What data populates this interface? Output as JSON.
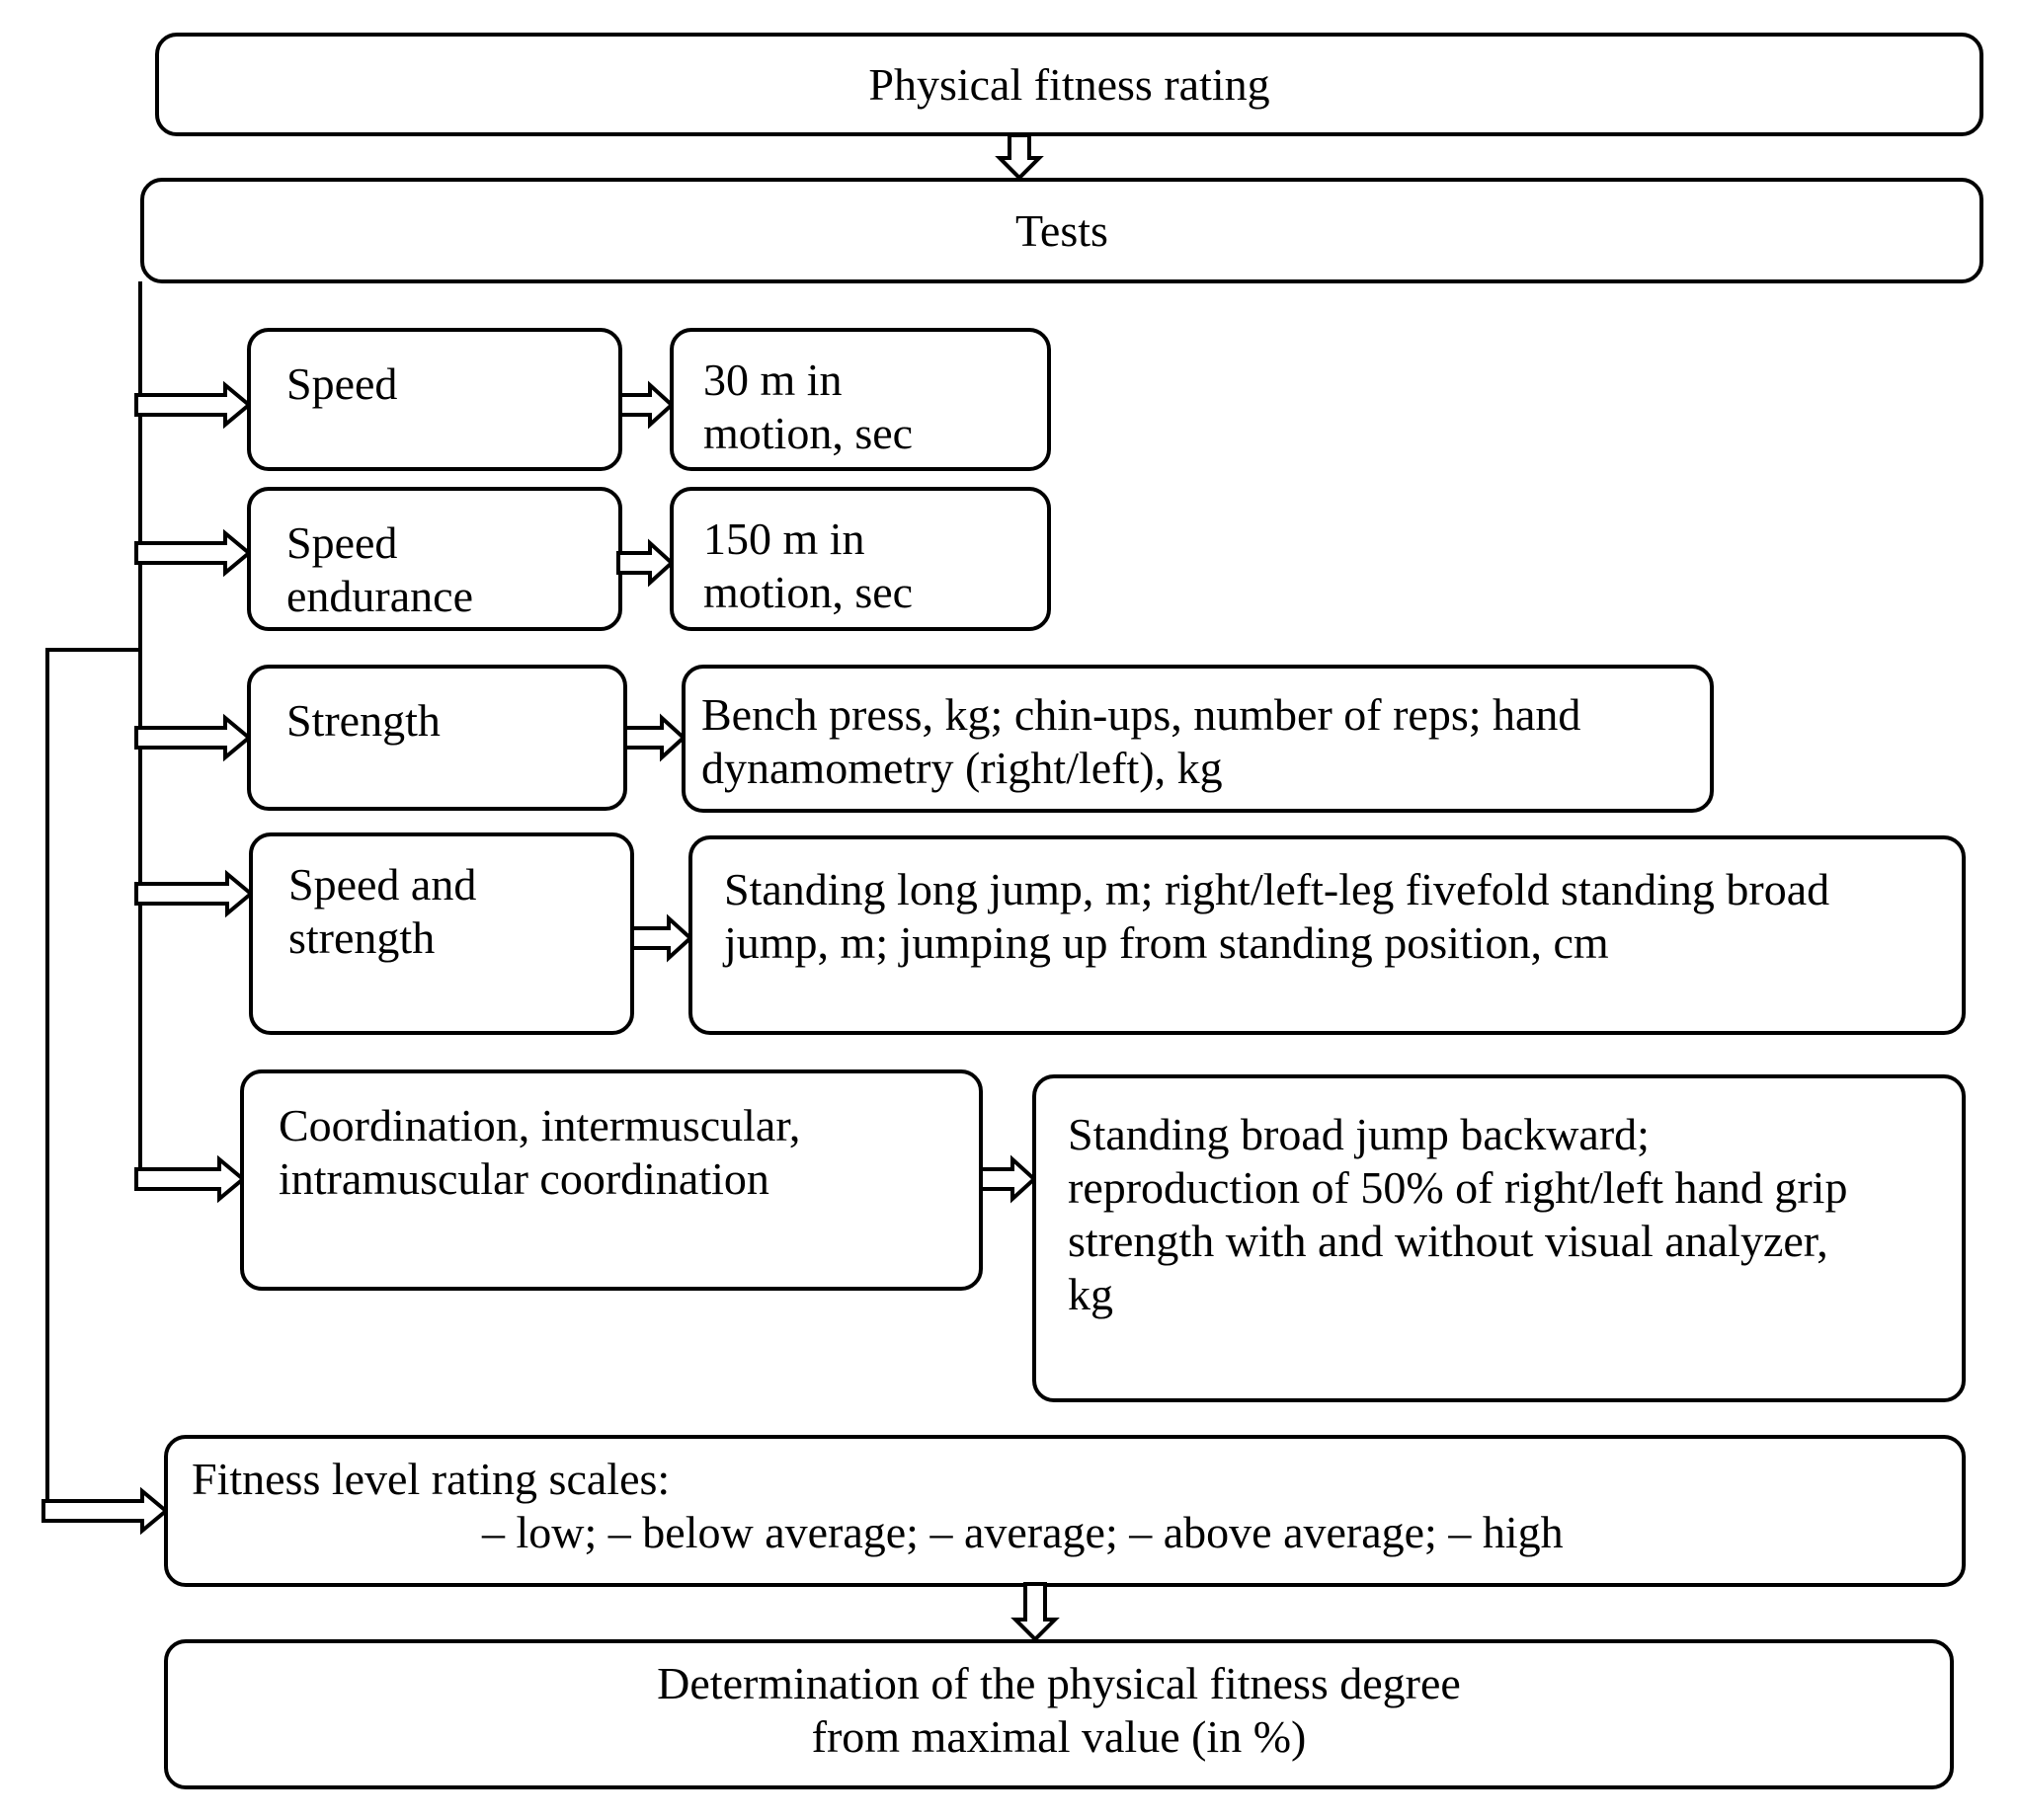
{
  "diagram": {
    "title": "Physical fitness rating",
    "tests_label": "Tests",
    "rows": [
      {
        "category": "Speed",
        "measure": "30 m in\nmotion, sec"
      },
      {
        "category": "Speed\nendurance",
        "measure": "150 m in\nmotion, sec"
      },
      {
        "category": "Strength",
        "measure": "Bench press, kg; chin-ups, number of reps; hand\ndynamometry (right/left), kg"
      },
      {
        "category": "Speed and\nstrength",
        "measure": "Standing long jump, m; right/left-leg fivefold standing broad\njump, m; jumping up from standing position, cm"
      },
      {
        "category": "Coordination, intermuscular,\nintramuscular coordination",
        "measure": "Standing broad jump backward;\nreproduction of 50% of right/left hand grip\nstrength with and without visual analyzer,\nkg"
      }
    ],
    "fitness_scales": {
      "heading": "Fitness level rating scales:",
      "levels": "– low; – below average; – average; – above average; – high"
    },
    "determination": "Determination of the physical fitness degree\nfrom maximal value (in %)",
    "colors": {
      "line": "#000000",
      "background": "#ffffff",
      "arrow_fill": "#ffffff"
    }
  }
}
